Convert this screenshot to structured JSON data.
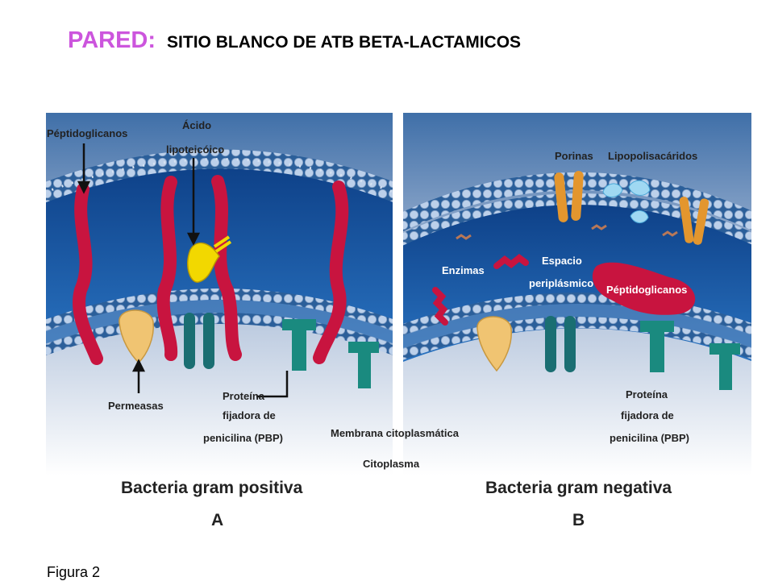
{
  "title": {
    "pared": "PARED:",
    "subtitle": "SITIO BLANCO  DE ATB BETA-LACTAMICOS"
  },
  "panel_a": {
    "label_peptidoglicanos": "Péptidoglicanos",
    "label_acido_1": "Ácido",
    "label_acido_2": "lipoteicóico",
    "label_permeasas": "Permeasas",
    "label_pbp_1": "Proteína",
    "label_pbp_2": "fijadora de",
    "label_pbp_3": "penicilina (PBP)",
    "caption": "Bacteria gram positiva",
    "letter": "A"
  },
  "panel_b": {
    "label_porinas": "Porinas",
    "label_lps": "Lipopolisacáridos",
    "label_enzimas": "Enzimas",
    "label_espacio_1": "Espacio",
    "label_espacio_2": "periplásmico",
    "label_peptido": "Péptidoglicanos",
    "label_pbp_1": "Proteína",
    "label_pbp_2": "fijadora de",
    "label_pbp_3": "penicilina (PBP)",
    "caption": "Bacteria gram negativa",
    "letter": "B"
  },
  "shared": {
    "membrana": "Membrana citoplasmática",
    "citoplasma": "Citoplasma"
  },
  "figure_label": "Figura  2",
  "colors": {
    "title_accent": "#cc55dd",
    "wall_blue": "#1c64b0",
    "peptidoglycan": "#c8143f",
    "lipid_head": "#b8cce6",
    "pbp": "#1a8a7f",
    "lipoteichoic": "#f2d800",
    "permease": "#f0c472"
  }
}
